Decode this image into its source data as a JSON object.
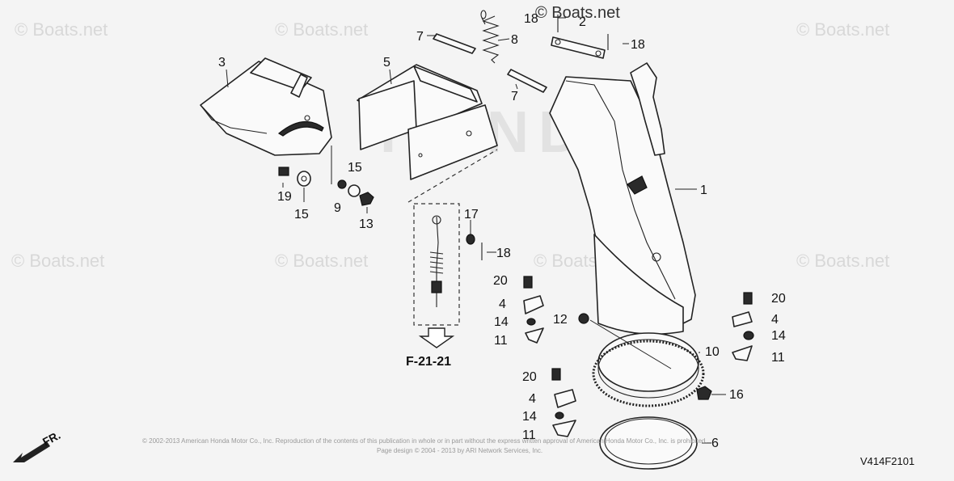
{
  "watermark": "© Boats.net",
  "top_watermark": "© Boats.net",
  "brand_watermark": "HONDA",
  "diagram_code": "V414F2101",
  "reference": "F-21-21",
  "direction_label": "FR.",
  "copyright_line1": "© 2002-2013 American Honda Motor Co., Inc. Reproduction of the contents of this publication in whole or in part without the express written approval of American Honda Motor Co., Inc. is prohibited.",
  "copyright_line2": "Page design © 2004 - 2013 by ARI Network Services, Inc.",
  "callouts": {
    "c1": "1",
    "c2": "2",
    "c3": "3",
    "c4a": "4",
    "c4b": "4",
    "c4c": "4",
    "c5": "5",
    "c6": "6",
    "c7a": "7",
    "c7b": "7",
    "c8": "8",
    "c9": "9",
    "c10": "10",
    "c11a": "11",
    "c11b": "11",
    "c11c": "11",
    "c12": "12",
    "c13": "13",
    "c14a": "14",
    "c14b": "14",
    "c14c": "14",
    "c15a": "15",
    "c15b": "15",
    "c16": "16",
    "c17": "17",
    "c18a": "18",
    "c18b": "18",
    "c18c": "18",
    "c19": "19",
    "c20a": "20",
    "c20b": "20",
    "c20c": "20"
  },
  "colors": {
    "background": "#f4f4f4",
    "line": "#222222",
    "watermark": "#d8d8d8"
  }
}
